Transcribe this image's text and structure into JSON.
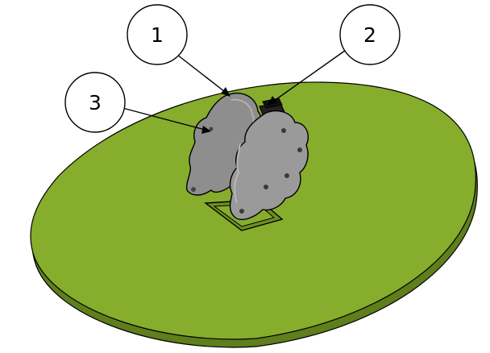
{
  "callouts": [
    {
      "id": "1",
      "label": "1"
    },
    {
      "id": "2",
      "label": "2"
    },
    {
      "id": "3",
      "label": "3"
    }
  ],
  "colors": {
    "base_top": "#86ad2c",
    "base_edge": "#5f7e1c",
    "part_fill": "#8e8e8e",
    "part_light": "#a3a3a3",
    "part_dark": "#6c6c6c",
    "outline": "#000000",
    "background": "#ffffff"
  }
}
